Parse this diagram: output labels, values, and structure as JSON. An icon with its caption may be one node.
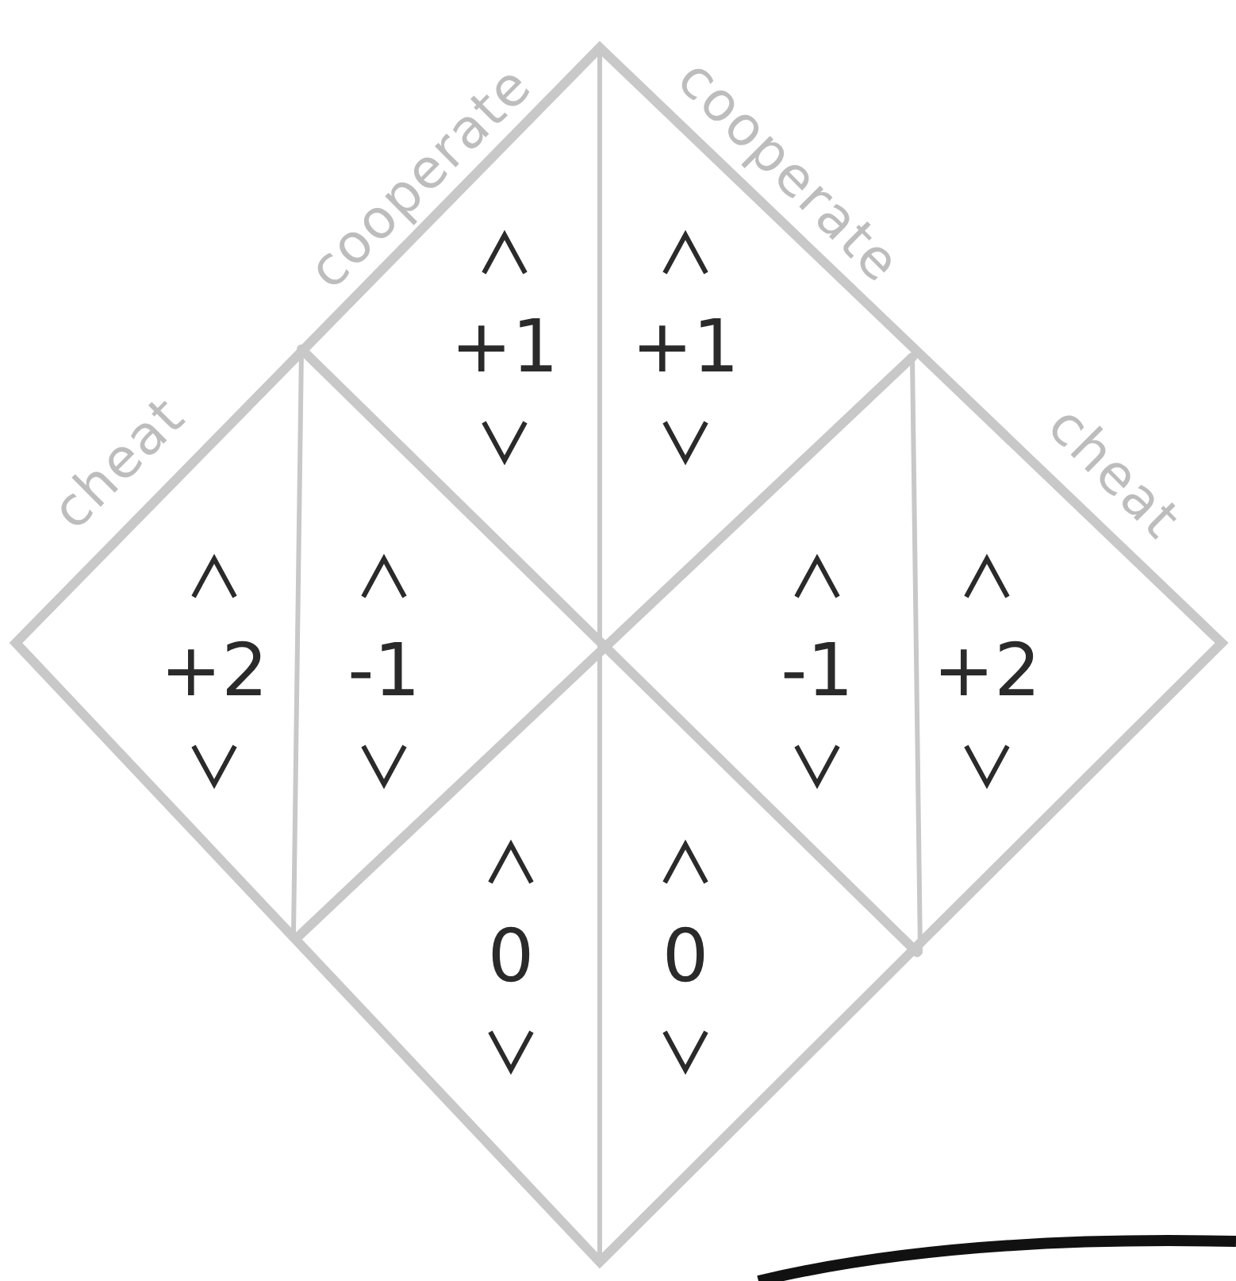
{
  "diagram": {
    "labels": [
      "cheat",
      "cooperate",
      "cooperate",
      "cheat",
      "+1",
      "+1",
      "+2",
      "-1",
      "-1",
      "+2",
      "0",
      "0"
    ]
  }
}
